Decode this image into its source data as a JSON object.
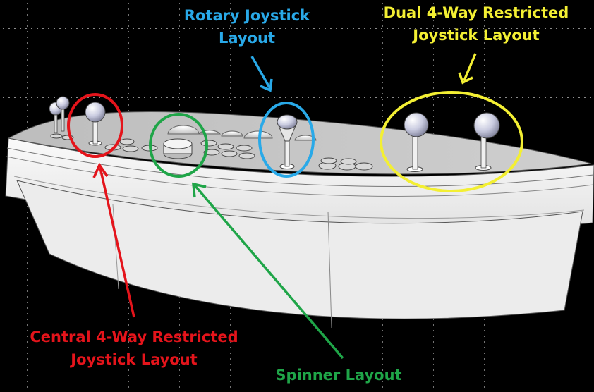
{
  "labels": {
    "rotary": {
      "line1": "Rotary Joystick",
      "line2": "Layout",
      "color": "#29a9e8"
    },
    "dual": {
      "line1": "Dual 4-Way Restricted",
      "line2": "Joystick Layout",
      "color": "#f3ef33"
    },
    "central": {
      "line1": "Central 4-Way Restricted",
      "line2": "Joystick Layout",
      "color": "#e4141b"
    },
    "spinner": {
      "line1": "Spinner Layout",
      "color": "#1fa548"
    }
  },
  "colors": {
    "background": "#000000",
    "grid_dot": "#ffffff",
    "panel_top": "#c8c8c8",
    "panel_front": "#f2f2f2",
    "outline": "#444444"
  },
  "icons": {
    "joystick": "ball-top-joystick-icon",
    "rotary": "rotary-joystick-icon",
    "spinner": "spinner-knob-icon",
    "button": "arcade-button-icon",
    "trackball": "trackball-dome-icon"
  }
}
